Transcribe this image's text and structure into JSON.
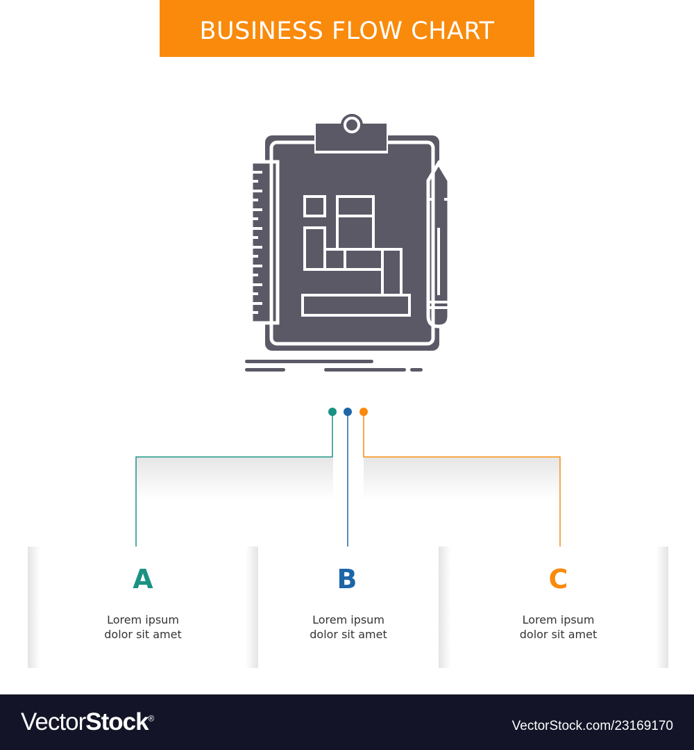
{
  "title": "BUSINESS FLOW CHART",
  "colors": {
    "banner": "#f98a0c",
    "a": "#1a9282",
    "b": "#1c66a8",
    "c": "#f98a0c",
    "icon": "#5b5966"
  },
  "icon": "clipboard-blueprint-icon",
  "steps": [
    {
      "letter": "A",
      "line1": "Lorem ipsum",
      "line2": "dolor sit amet"
    },
    {
      "letter": "B",
      "line1": "Lorem ipsum",
      "line2": "dolor sit amet"
    },
    {
      "letter": "C",
      "line1": "Lorem ipsum",
      "line2": "dolor sit amet"
    }
  ],
  "footer": {
    "logo_light": "Vector",
    "logo_bold": "Stock",
    "logo_mark": "®",
    "id": "VectorStock.com/23169170"
  }
}
